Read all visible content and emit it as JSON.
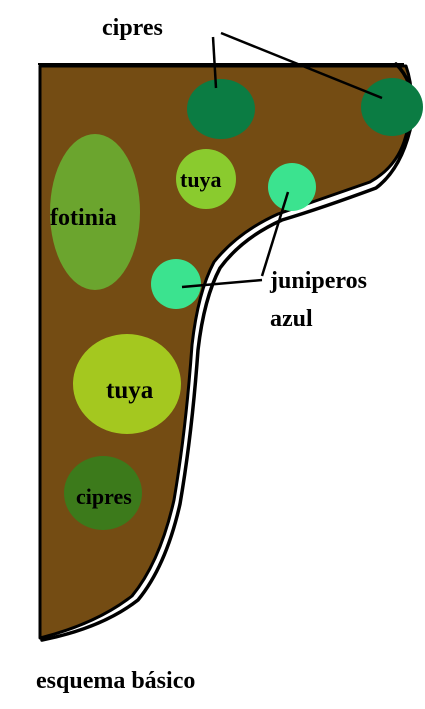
{
  "labels": {
    "cipres_top": "cipres",
    "tuya_small": "tuya",
    "fotinia": "fotinia",
    "juniperos_line1": "juniperos",
    "juniperos_line2": "azul",
    "tuya_large": "tuya",
    "cipres_bottom": "cipres",
    "caption": "esquema básico"
  },
  "colors": {
    "soil": "#744C13",
    "outline": "#000000",
    "cipres": "#0B7C43",
    "cipres_bottom": "#3C7A1B",
    "fotinia": "#6BA52E",
    "tuya_small": "#8ACB2E",
    "tuya_large": "#A4C81F",
    "junipero": "#3BE38F"
  }
}
